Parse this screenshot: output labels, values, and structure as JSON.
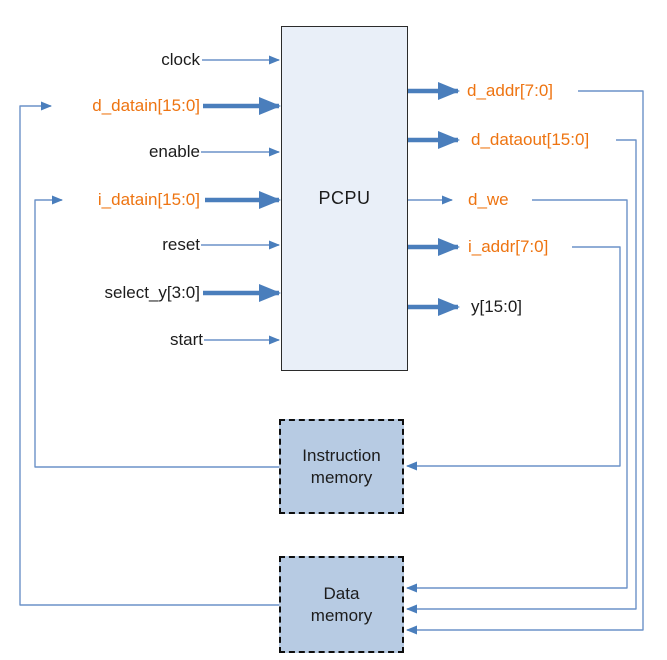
{
  "palette": {
    "bus_blue": "#4a7ebc",
    "wire_blue": "#6b92c8",
    "signal_orange": "#ee7411",
    "text_black": "#1c1c1c",
    "pcpu_fill": "#e9eff8",
    "memory_fill": "#b7cbe3"
  },
  "blocks": {
    "pcpu": {
      "label": "PCPU"
    },
    "instruction_memory": {
      "label": "Instruction memory"
    },
    "data_memory": {
      "label": "Data memory"
    }
  },
  "pcpu_inputs": [
    {
      "label": "clock",
      "kind": "wire",
      "color": "black"
    },
    {
      "label": "d_datain[15:0]",
      "kind": "bus",
      "color": "orange"
    },
    {
      "label": "enable",
      "kind": "wire",
      "color": "black"
    },
    {
      "label": "i_datain[15:0]",
      "kind": "bus",
      "color": "orange"
    },
    {
      "label": "reset",
      "kind": "wire",
      "color": "black"
    },
    {
      "label": "select_y[3:0]",
      "kind": "bus",
      "color": "black"
    },
    {
      "label": "start",
      "kind": "wire",
      "color": "black"
    }
  ],
  "pcpu_outputs": [
    {
      "label": "d_addr[7:0]",
      "kind": "bus",
      "color": "orange"
    },
    {
      "label": "d_dataout[15:0]",
      "kind": "bus",
      "color": "orange"
    },
    {
      "label": "d_we",
      "kind": "wire",
      "color": "orange"
    },
    {
      "label": "i_addr[7:0]",
      "kind": "bus",
      "color": "orange"
    },
    {
      "label": "y[15:0]",
      "kind": "bus",
      "color": "black"
    }
  ],
  "connections": [
    {
      "from": "i_addr[7:0]",
      "to": "Instruction memory"
    },
    {
      "from": "d_we",
      "to": "Data memory"
    },
    {
      "from": "d_dataout[15:0]",
      "to": "Data memory"
    },
    {
      "from": "d_addr[7:0]",
      "to": "Data memory"
    },
    {
      "from": "Instruction memory",
      "to": "i_datain[15:0]"
    },
    {
      "from": "Data memory",
      "to": "d_datain[15:0]"
    }
  ]
}
